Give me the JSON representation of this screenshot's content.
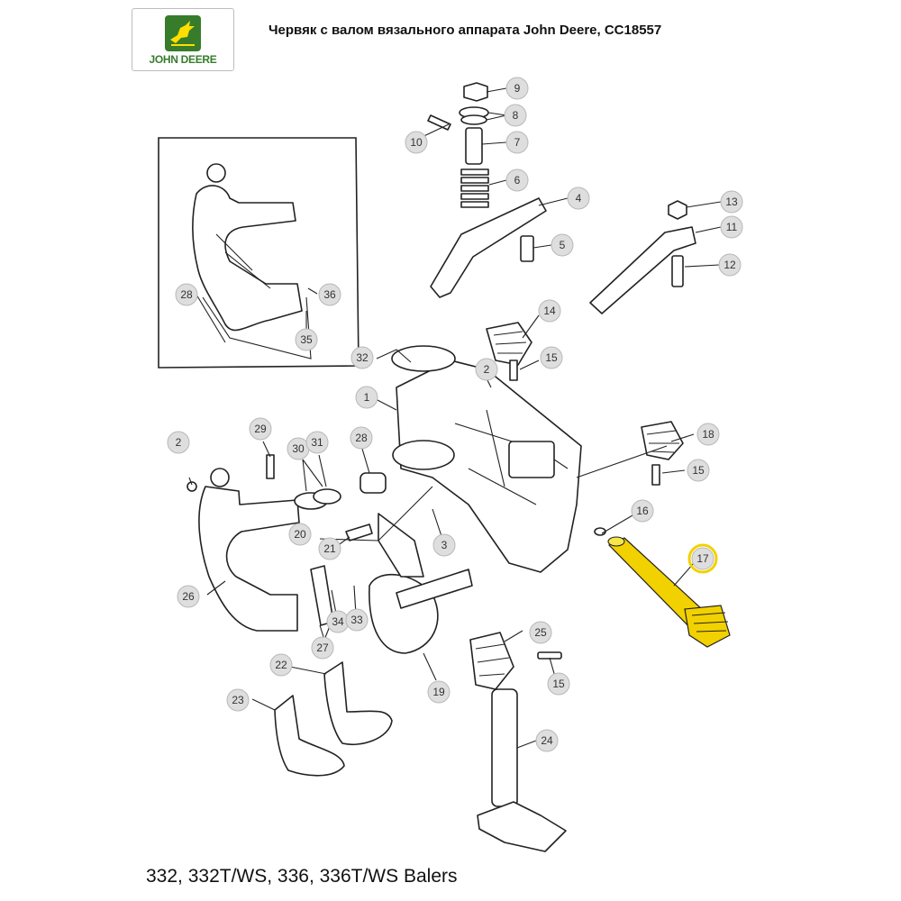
{
  "logo": {
    "brand": "JOHN DEERE",
    "colors": {
      "green": "#367c2b",
      "yellow": "#ffde00"
    }
  },
  "title": "Червяк с валом вязального аппарата John Deere, CC18557",
  "footer": "332, 332T/WS, 336, 336T/WS Balers",
  "highlight_color": "#f2d100",
  "callouts": [
    {
      "n": "9"
    },
    {
      "n": "8"
    },
    {
      "n": "7"
    },
    {
      "n": "10"
    },
    {
      "n": "6"
    },
    {
      "n": "4"
    },
    {
      "n": "5"
    },
    {
      "n": "13"
    },
    {
      "n": "11"
    },
    {
      "n": "12"
    },
    {
      "n": "14"
    },
    {
      "n": "15"
    },
    {
      "n": "2"
    },
    {
      "n": "32"
    },
    {
      "n": "1"
    },
    {
      "n": "28"
    },
    {
      "n": "36"
    },
    {
      "n": "35"
    },
    {
      "n": "18"
    },
    {
      "n": "15"
    },
    {
      "n": "16"
    },
    {
      "n": "17",
      "highlight": true
    },
    {
      "n": "2"
    },
    {
      "n": "29"
    },
    {
      "n": "30"
    },
    {
      "n": "31"
    },
    {
      "n": "28"
    },
    {
      "n": "20"
    },
    {
      "n": "21"
    },
    {
      "n": "3"
    },
    {
      "n": "26"
    },
    {
      "n": "34"
    },
    {
      "n": "33"
    },
    {
      "n": "27"
    },
    {
      "n": "25"
    },
    {
      "n": "15"
    },
    {
      "n": "22"
    },
    {
      "n": "19"
    },
    {
      "n": "23"
    },
    {
      "n": "24"
    }
  ]
}
